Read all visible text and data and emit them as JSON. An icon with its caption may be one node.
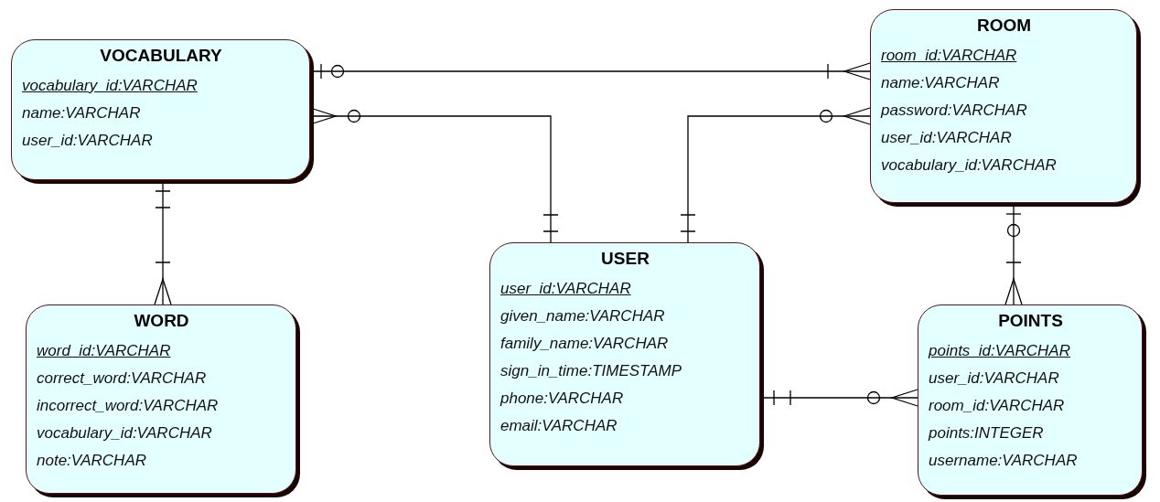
{
  "diagram": {
    "nodes": [
      {
        "text": [
          "VOCABULARY",
          "vocabulary_id:VARCHAR",
          "name:VARCHAR",
          "user_id:VARCHAR"
        ]
      },
      {
        "text": [
          "ROOM",
          "room_id:VARCHAR",
          "name:VARCHAR",
          "password:VARCHAR",
          "user_id:VARCHAR",
          "vocabulary_id:VARCHAR"
        ]
      },
      {
        "text": [
          "WORD",
          "word_id:VARCHAR",
          "correct_word:VARCHAR",
          "incorrect_word:VARCHAR",
          "vocabulary_id:VARCHAR",
          "note:VARCHAR"
        ]
      },
      {
        "text": [
          "USER",
          "user_id:VARCHAR",
          "given_name:VARCHAR",
          "family_name:VARCHAR",
          "sign_in_time:TIMESTAMP",
          "phone:VARCHAR",
          "email:VARCHAR"
        ]
      },
      {
        "text": [
          "POINTS",
          "points_id:VARCHAR",
          "user_id:VARCHAR",
          "room_id:VARCHAR",
          "points:INTEGER",
          "username:VARCHAR"
        ]
      }
    ],
    "edges": [
      {
        "from": 0,
        "to": 1,
        "arrow": "other"
      },
      {
        "from": 0,
        "to": 3,
        "arrow": "other"
      },
      {
        "from": 1,
        "to": 3,
        "arrow": "other"
      },
      {
        "from": 0,
        "to": 2,
        "arrow": "other"
      },
      {
        "from": 1,
        "to": 4,
        "arrow": "other"
      },
      {
        "from": 3,
        "to": 4,
        "arrow": "other"
      }
    ]
  }
}
